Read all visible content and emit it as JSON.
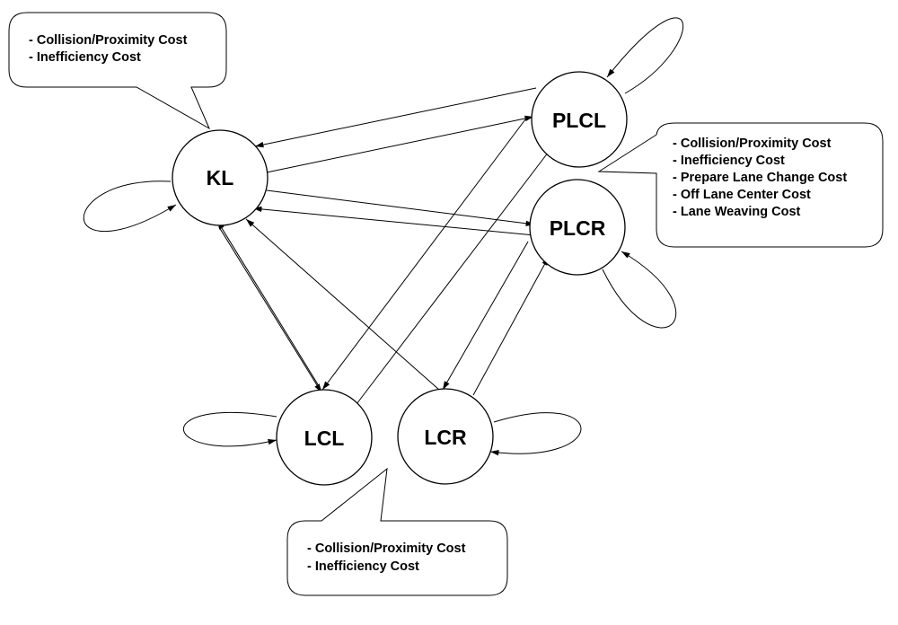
{
  "nodes": {
    "kl": {
      "label": "KL"
    },
    "plcl": {
      "label": "PLCL"
    },
    "plcr": {
      "label": "PLCR"
    },
    "lcl": {
      "label": "LCL"
    },
    "lcr": {
      "label": "LCR"
    }
  },
  "callouts": {
    "kl": {
      "lines": [
        "- Collision/Proximity Cost",
        "- Inefficiency Cost"
      ]
    },
    "plc": {
      "lines": [
        "- Collision/Proximity Cost",
        "- Inefficiency Cost",
        "- Prepare Lane Change Cost",
        "- Off Lane Center Cost",
        "- Lane Weaving Cost"
      ]
    },
    "lc": {
      "lines": [
        "- Collision/Proximity Cost",
        "- Inefficiency Cost"
      ]
    }
  },
  "transitions": [
    {
      "from": "KL",
      "to": "KL"
    },
    {
      "from": "KL",
      "to": "PLCL"
    },
    {
      "from": "PLCL",
      "to": "KL"
    },
    {
      "from": "KL",
      "to": "PLCR"
    },
    {
      "from": "PLCR",
      "to": "KL"
    },
    {
      "from": "LCL",
      "to": "KL"
    },
    {
      "from": "KL",
      "to": "LCL"
    },
    {
      "from": "LCR",
      "to": "KL"
    },
    {
      "from": "PLCL",
      "to": "PLCL"
    },
    {
      "from": "PLCL",
      "to": "LCL"
    },
    {
      "from": "LCL",
      "to": "PLCL"
    },
    {
      "from": "PLCR",
      "to": "PLCR"
    },
    {
      "from": "PLCR",
      "to": "LCR"
    },
    {
      "from": "LCR",
      "to": "PLCR"
    },
    {
      "from": "LCL",
      "to": "LCL"
    },
    {
      "from": "LCR",
      "to": "LCR"
    }
  ]
}
